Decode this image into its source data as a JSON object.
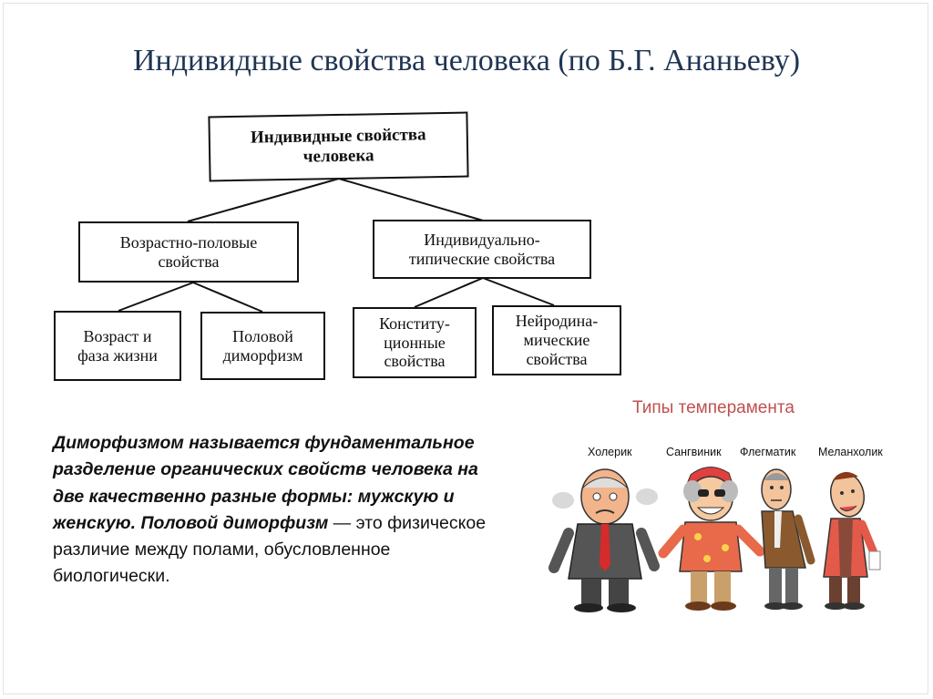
{
  "slide": {
    "title": "Индивидные свойства человека (по Б.Г. Ананьеву)"
  },
  "diagram": {
    "root": "Индивидные свойства\nчеловека",
    "left_branch": "Возрастно-половые\nсвойства",
    "right_branch": "Индивидуально-\nтипические свойства",
    "leaves": {
      "age": "Возраст и\nфаза жизни",
      "dimorphism": "Половой\nдиморфизм",
      "constitutional": "Конститу-\nционные\nсвойства",
      "neurodynamic": "Нейродина-\nмические\nсвойства"
    }
  },
  "definition": {
    "bold_part": "Диморфизмом называется фундаментальное разделение органических свойств человека на две качественно разные формы: мужскую и женскую. Половой диморфизм",
    "plain_part": " — это физическое различие между полами, обусловленное биологически."
  },
  "temperaments": {
    "title": "Типы темперамента",
    "labels": [
      "Холерик",
      "Сангвиник",
      "Флегматик",
      "Меланхолик"
    ],
    "title_color": "#c0504d"
  },
  "colors": {
    "title": "#1f3553"
  }
}
